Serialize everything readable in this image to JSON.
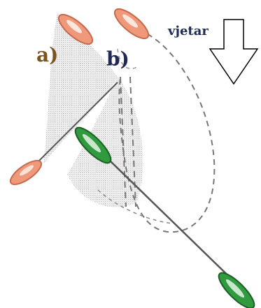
{
  "labels": {
    "a": "a)",
    "b": "b)",
    "wind": "vjetar"
  },
  "colors": {
    "upper_blade": "#f0987a",
    "upper_blade_dark": "#c56a4c",
    "lower_blade": "#2f9a3e",
    "lower_blade_dark": "#1c5f25",
    "shaft": "#555555",
    "cone_fill": "#c8c8c8",
    "dashed_path": "#777777",
    "label_a": "#7a5418",
    "label_b": "#1f2a55",
    "wind_text": "#1f2a55",
    "arrow_stroke": "#000000"
  },
  "icons": {
    "wind_arrow": "down-arrow-icon"
  }
}
